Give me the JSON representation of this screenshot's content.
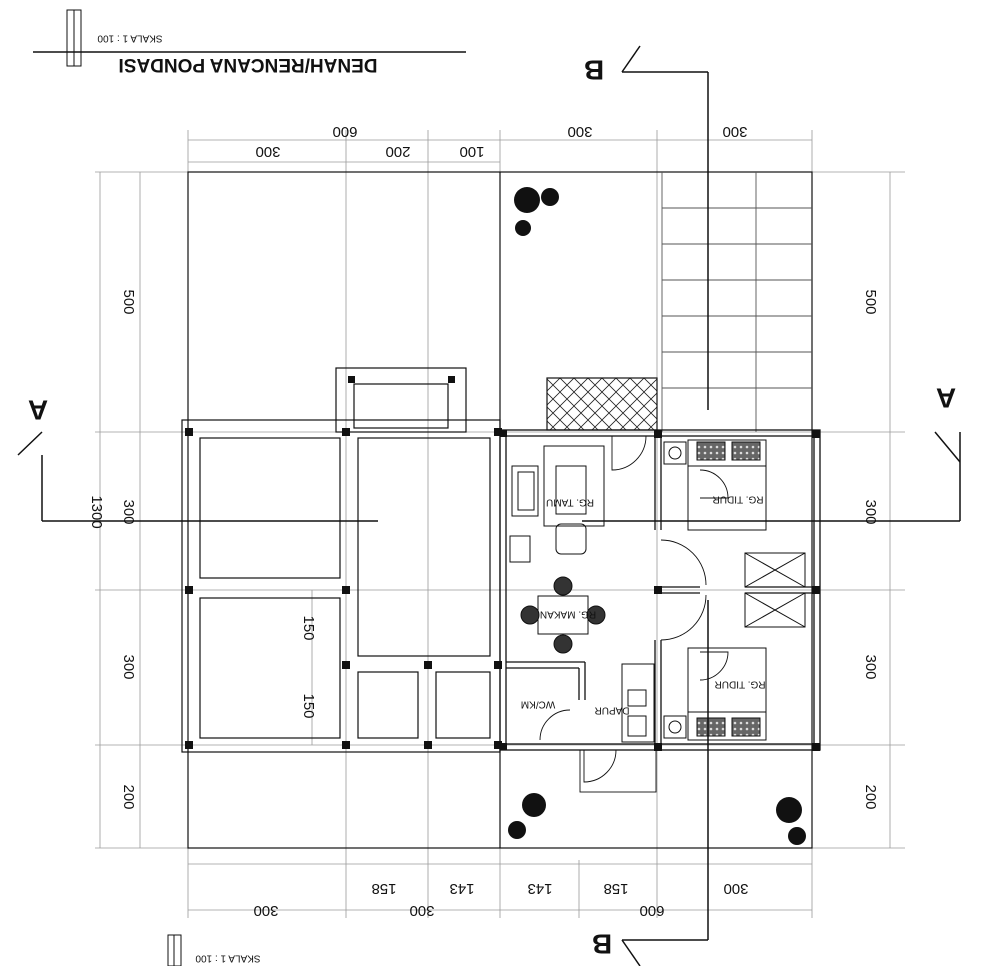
{
  "title_block": {
    "title": "DENAH/RENCANA PONDASI",
    "scale": "SKALA 1 : 100"
  },
  "bottom_scale": "SKALA 1 : 100",
  "section_marks": {
    "a": "A",
    "b": "B"
  },
  "rooms": {
    "tamu": "RG. TAMU",
    "makan": "RG. MAKAN",
    "tidur_top": "RG. TIDUR",
    "tidur_bottom": "RG. TIDUR",
    "dapur": "DAPUR",
    "wc": "WC/KM"
  },
  "dimensions": {
    "top_overall": [
      "600",
      "300",
      "300"
    ],
    "top_sub": [
      "300",
      "200",
      "100"
    ],
    "left": [
      "500",
      "300",
      "300",
      "200"
    ],
    "left_total": "1300",
    "right": [
      "500",
      "300",
      "300",
      "200"
    ],
    "bottom_sub": [
      "158",
      "143",
      "143",
      "158"
    ],
    "bottom_overall": [
      "300",
      "300",
      "600",
      "300"
    ],
    "inner": [
      "150",
      "150"
    ]
  },
  "colors": {
    "line": "#111111",
    "grid": "#9a9a9a",
    "fill_dark": "#151515"
  }
}
